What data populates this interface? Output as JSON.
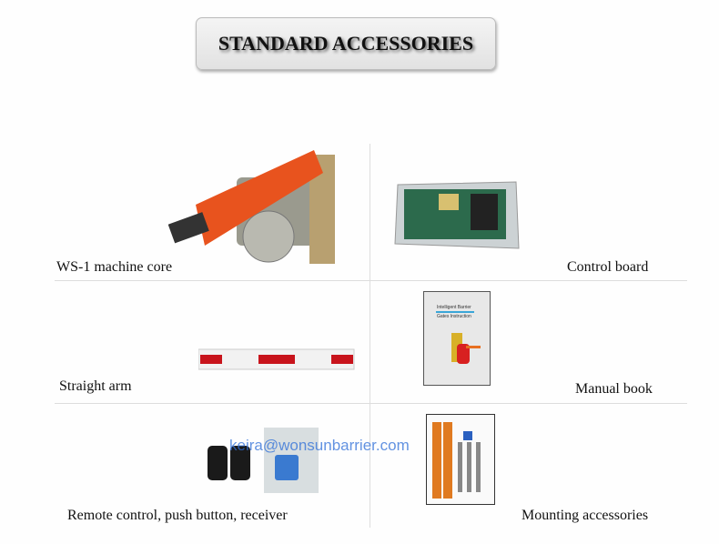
{
  "title": "STANDARD ACCESSORIES",
  "items": [
    {
      "label": "WS-1 machine core"
    },
    {
      "label": "Control board"
    },
    {
      "label": "Straight arm"
    },
    {
      "label": "Manual book"
    },
    {
      "label": "Remote control, push button, receiver"
    },
    {
      "label": "Mounting accessories"
    }
  ],
  "manual_cover": {
    "line1": "Intelligent Barrier",
    "line2": "Gates Instruction"
  },
  "watermark": "keira@wonsunbarrier.com",
  "colors": {
    "arm_red": "#c8141c",
    "core_orange": "#e8531e",
    "watermark": "#2e6fd8"
  }
}
